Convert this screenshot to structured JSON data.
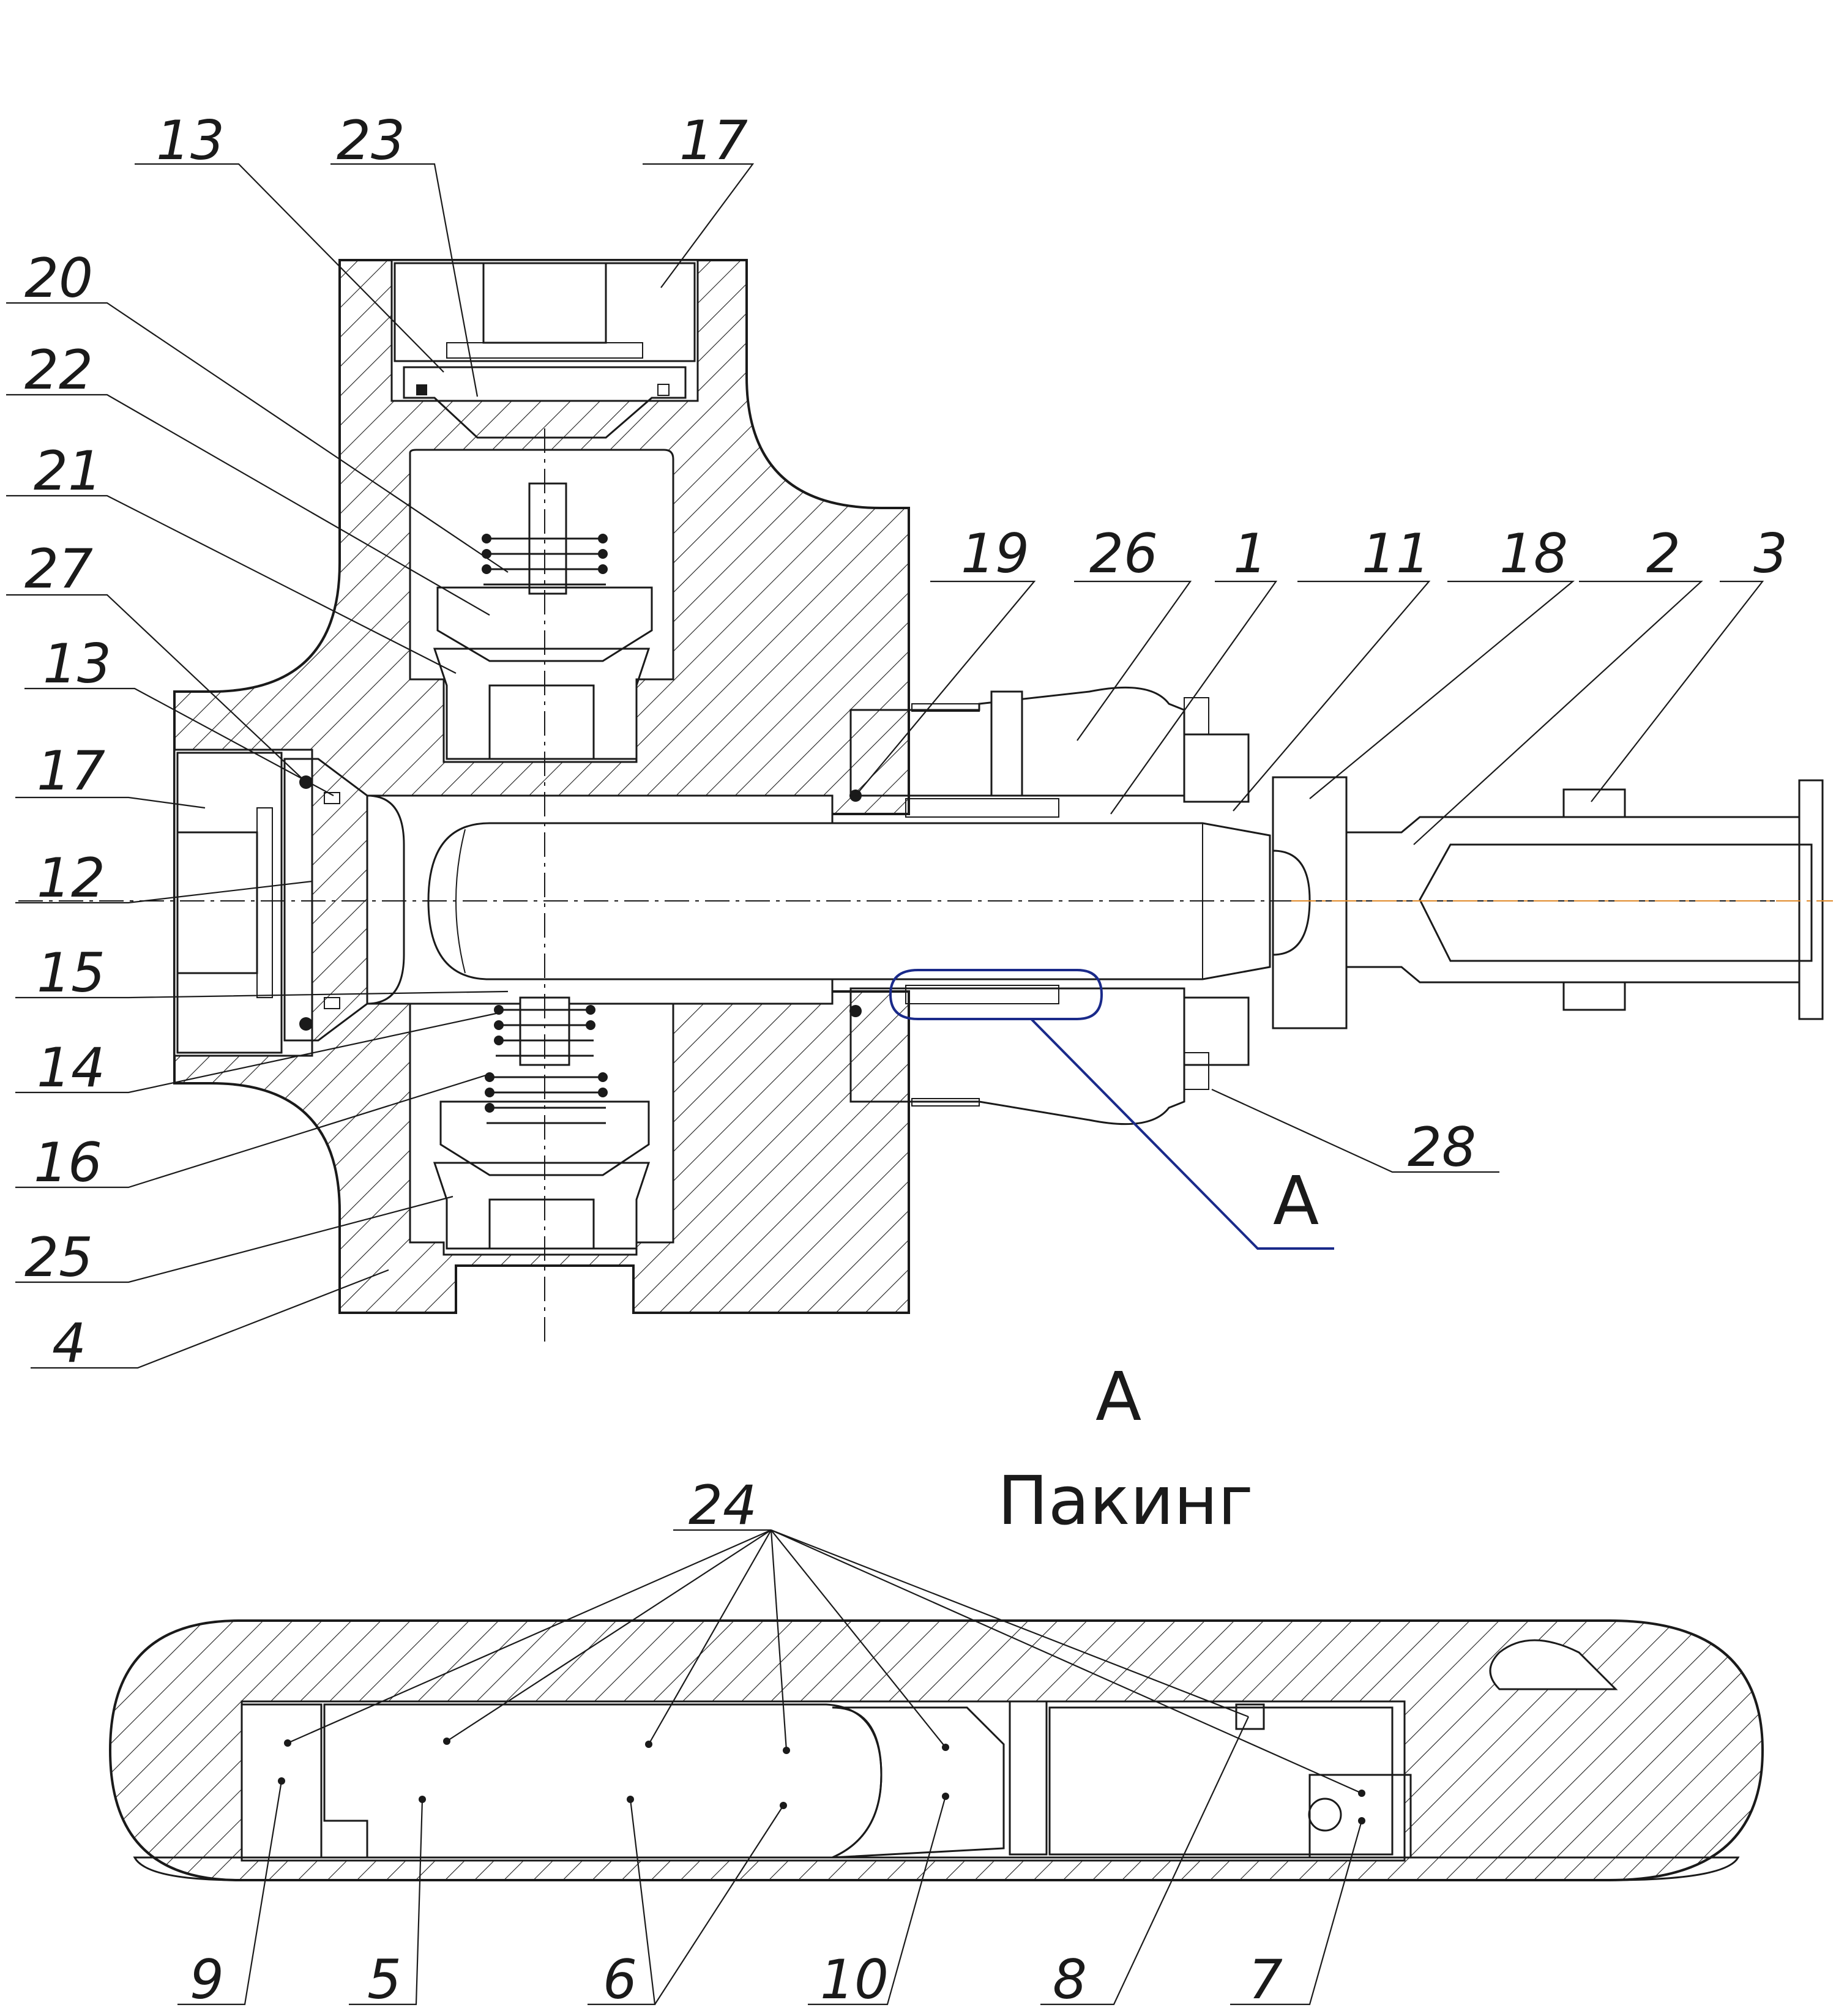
{
  "callout_labels": {
    "13a": "13",
    "23": "23",
    "17a": "17",
    "20": "20",
    "22": "22",
    "21": "21",
    "27": "27",
    "13b": "13",
    "17b": "17",
    "12": "12",
    "15": "15",
    "14": "14",
    "16": "16",
    "25": "25",
    "4": "4",
    "19": "19",
    "26": "26",
    "1": "1",
    "11": "11",
    "18": "18",
    "2": "2",
    "3": "3",
    "28": "28",
    "24": "24",
    "9": "9",
    "5": "5",
    "6": "6",
    "10": "10",
    "8": "8",
    "7": "7"
  },
  "detail": {
    "marker": "A",
    "view_letter": "A",
    "view_title": "Пакинг"
  },
  "colors": {
    "line": "#1a1a1a",
    "detail_marker": "#1a2a8a",
    "centerline_accent": "#e08a2a"
  }
}
